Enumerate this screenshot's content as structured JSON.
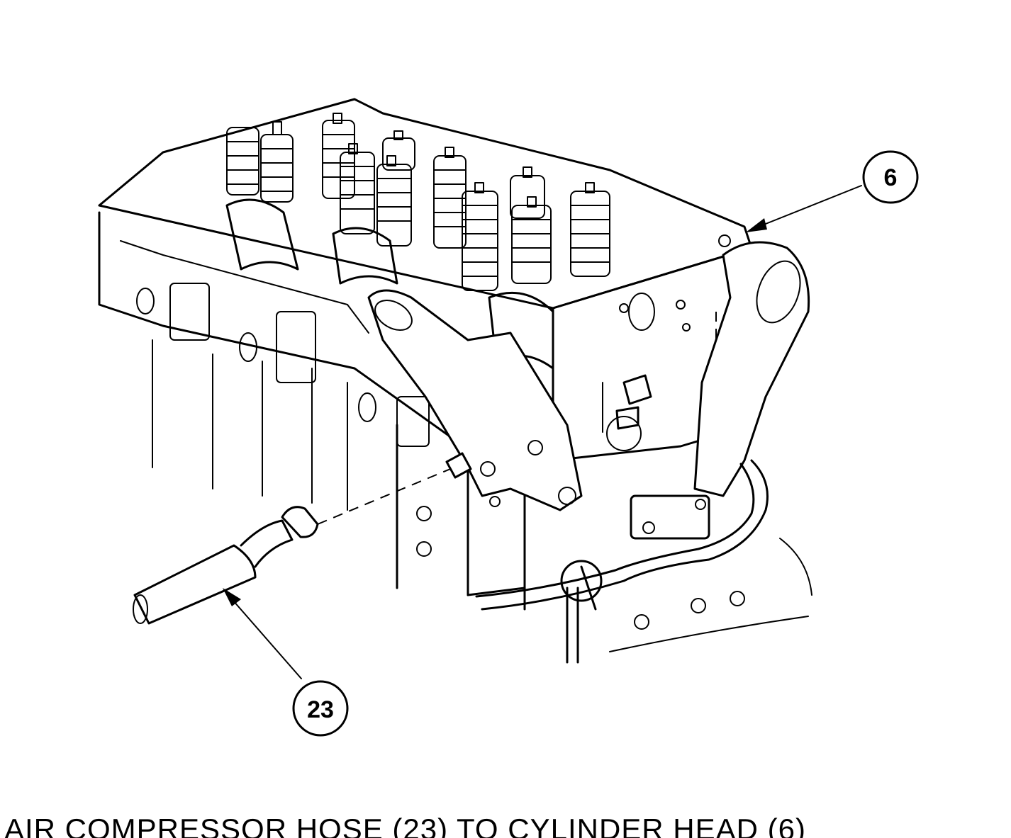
{
  "callouts": {
    "cylinder_head": "6",
    "hose": "23"
  },
  "caption": "AIR COMPRESSOR HOSE (23) TO CYLINDER HEAD (6)"
}
